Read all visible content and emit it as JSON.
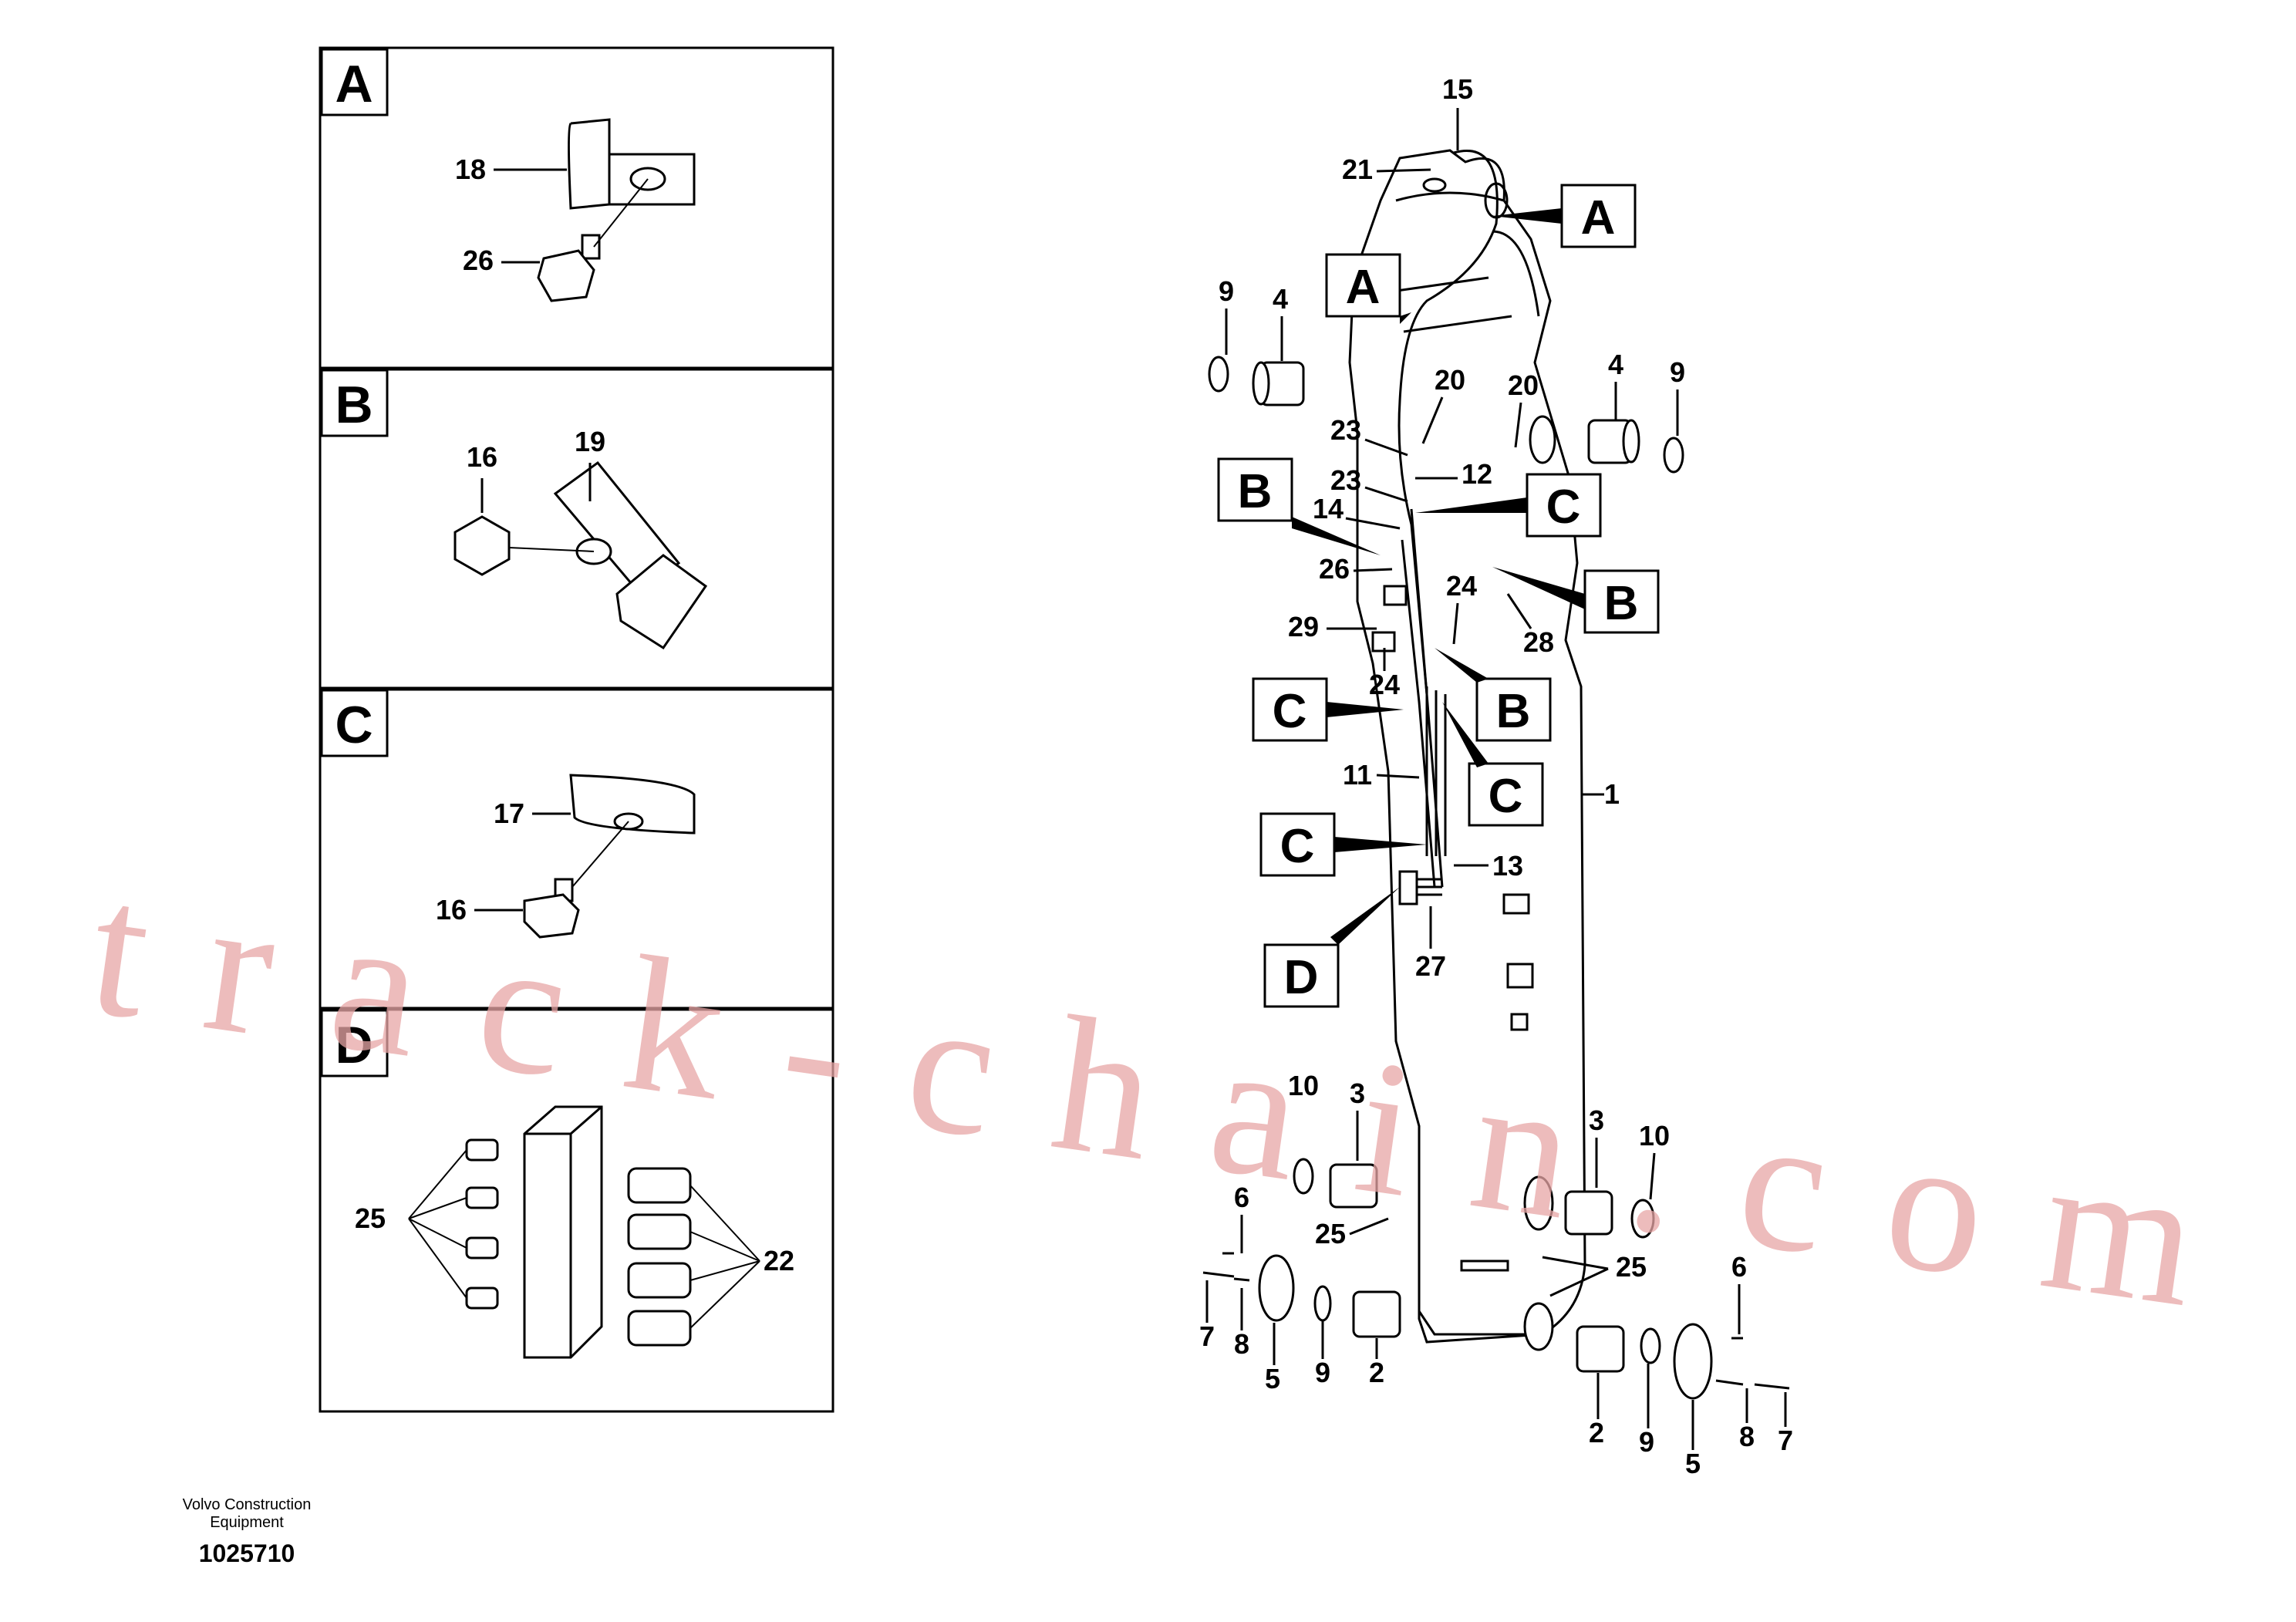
{
  "panels": [
    {
      "letter": "A",
      "labels": [
        "18",
        "26"
      ]
    },
    {
      "letter": "B",
      "labels": [
        "16",
        "19"
      ]
    },
    {
      "letter": "C",
      "labels": [
        "17",
        "16"
      ]
    },
    {
      "letter": "D",
      "labels": [
        "25",
        "22"
      ]
    }
  ],
  "callouts": {
    "a_top": "A",
    "a_mid": "A",
    "b_left": "B",
    "b_right": "B",
    "b_mid": "B",
    "c_right": "C",
    "c_left": "C",
    "c_mid": "C",
    "c_low": "C",
    "d": "D"
  },
  "labels": {
    "n15": "15",
    "n21": "21",
    "n9a": "9",
    "n4a": "4",
    "n20a": "20",
    "n20b": "20",
    "n4b": "4",
    "n9b": "9",
    "n23a": "23",
    "n23b": "23",
    "n12": "12",
    "n14": "14",
    "n26": "26",
    "n24a": "24",
    "n28": "28",
    "n29": "29",
    "n24b": "24",
    "n11": "11",
    "n1": "1",
    "n13": "13",
    "n27": "27",
    "n10a": "10",
    "n3a": "3",
    "n3b": "3",
    "n10b": "10",
    "n6a": "6",
    "n25a": "25",
    "n25b": "25",
    "n6b": "6",
    "n7a": "7",
    "n8a": "8",
    "n5a": "5",
    "n9c": "9",
    "n2a": "2",
    "n2b": "2",
    "n9d": "9",
    "n5b": "5",
    "n8b": "8",
    "n7b": "7"
  },
  "watermark": "track-chain.com",
  "footer": {
    "company": "Volvo Construction",
    "company2": "Equipment",
    "drawing_no": "1025710"
  }
}
